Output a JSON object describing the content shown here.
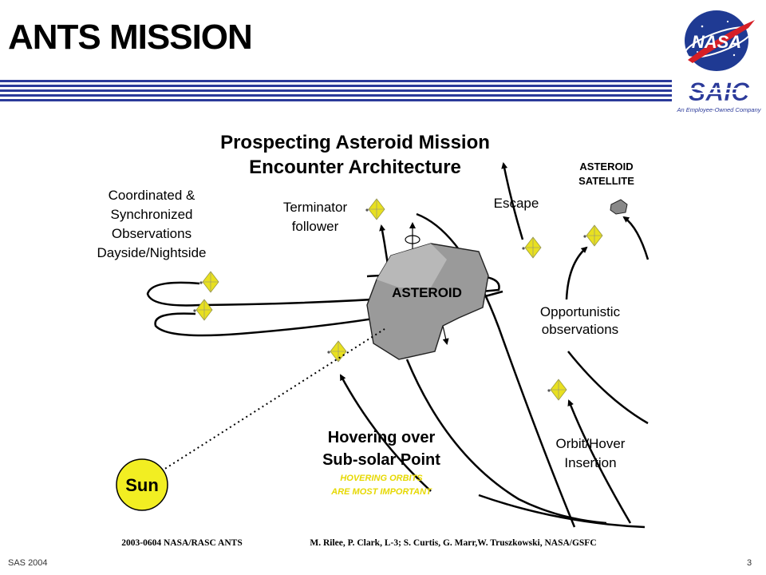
{
  "slide": {
    "title": "ANTS MISSION",
    "footer_left": "SAS 2004",
    "page_number": "3"
  },
  "logos": {
    "nasa_text": "NASA",
    "saic_text": "SAIC",
    "saic_tagline": "An Employee-Owned Company"
  },
  "diagram": {
    "title_line1": "Prospecting Asteroid Mission",
    "title_line2": "Encounter Architecture",
    "asteroid_label": "ASTEROID",
    "satellite_line1": "ASTEROID",
    "satellite_line2": "SATELLITE",
    "coordinated_line1": "Coordinated &",
    "coordinated_line2": "Synchronized",
    "coordinated_line3": "Observations",
    "coordinated_line4": "Dayside/Nightside",
    "terminator_line1": "Terminator",
    "terminator_line2": "follower",
    "escape": "Escape",
    "opportunistic_line1": "Opportunistic",
    "opportunistic_line2": "observations",
    "orbit_line1": "Orbit/Hover",
    "orbit_line2": "Insertion",
    "hovering_line1": "Hovering over",
    "hovering_line2": "Sub-solar Point",
    "important_line1": "HOVERING ORBITS",
    "important_line2": "ARE MOST IMPORTANT",
    "sun": "Sun",
    "credit_left": "2003-0604 NASA/RASC ANTS",
    "credit_right": "M. Rilee, P. Clark, L-3; S. Curtis, G. Marr,W. Truszkowski, NASA/GSFC"
  },
  "colors": {
    "stripe": "#2b3a9a",
    "spacecraft": "#e8e020",
    "sun": "#f2ee22",
    "important": "#e6d800",
    "asteroid": "#9a9a9a"
  }
}
